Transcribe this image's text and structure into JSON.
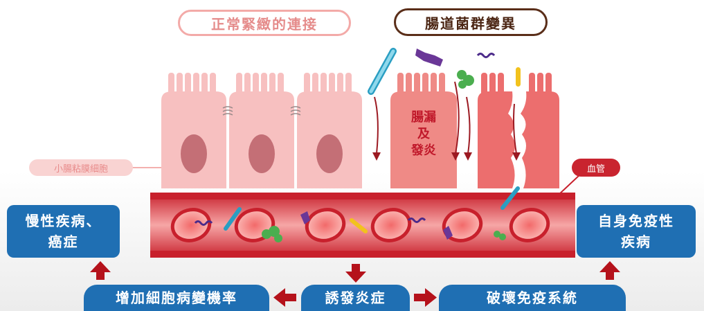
{
  "labels": {
    "normal_junction": "正常緊緻的連接",
    "dysbiosis": "腸道菌群變異",
    "epithelial_cells": "小腸粘膜細胞",
    "leaky_gut_line1": "腸漏",
    "leaky_gut_line2": "及",
    "leaky_gut_line3": "發炎",
    "blood_vessel": "血管"
  },
  "outcomes": {
    "chronic_line1": "慢性疾病、",
    "chronic_line2": "癌症",
    "autoimmune_line1": "自身免疫性",
    "autoimmune_line2": "疾病",
    "cancer_rate": "增加細胞病變機率",
    "inflammation": "誘發炎症",
    "immune_damage": "破壞免疫系統"
  },
  "colors": {
    "healthy_cell": "#f7c0c0",
    "leaky_cell": "#ef8a86",
    "damaged_cell": "#ec6e6e",
    "vessel": "#d9313c",
    "outcome_box": "#1f6fb3",
    "arrow": "#b5121b"
  }
}
